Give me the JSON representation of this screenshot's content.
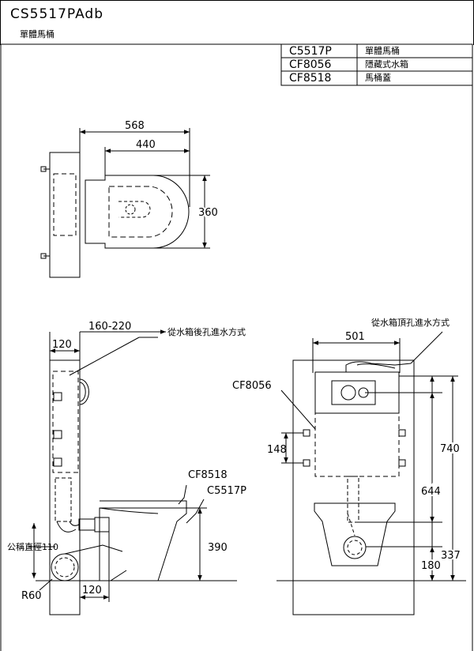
{
  "header": {
    "model_code": "CS5517PAdb",
    "model_name": "單體馬桶"
  },
  "parts_table": [
    {
      "code": "C5517P",
      "name": "單體馬桶"
    },
    {
      "code": "CF8056",
      "name": "隱藏式水箱"
    },
    {
      "code": "CF8518",
      "name": "馬桶蓋"
    }
  ],
  "top_view": {
    "dim_overall": "568",
    "dim_bowl": "440",
    "dim_width": "360"
  },
  "side_view": {
    "dim_wall_range": "160-220",
    "dim_wall_top": "120",
    "dim_bottom": "120",
    "dim_height": "390",
    "dim_radius": "R60",
    "label_pipe_dia": "公稱直徑110",
    "label_rear_inlet": "從水箱後孔進水方式",
    "label_seat": "CF8518",
    "label_bowl": "C5517P"
  },
  "front_view": {
    "label_top_inlet": "從水箱頂孔進水方式",
    "label_tank": "CF8056",
    "dim_width": "501",
    "dim_tank_height": "740",
    "dim_mid": "644",
    "dim_bracket": "148",
    "dim_337": "337",
    "dim_180": "180"
  }
}
